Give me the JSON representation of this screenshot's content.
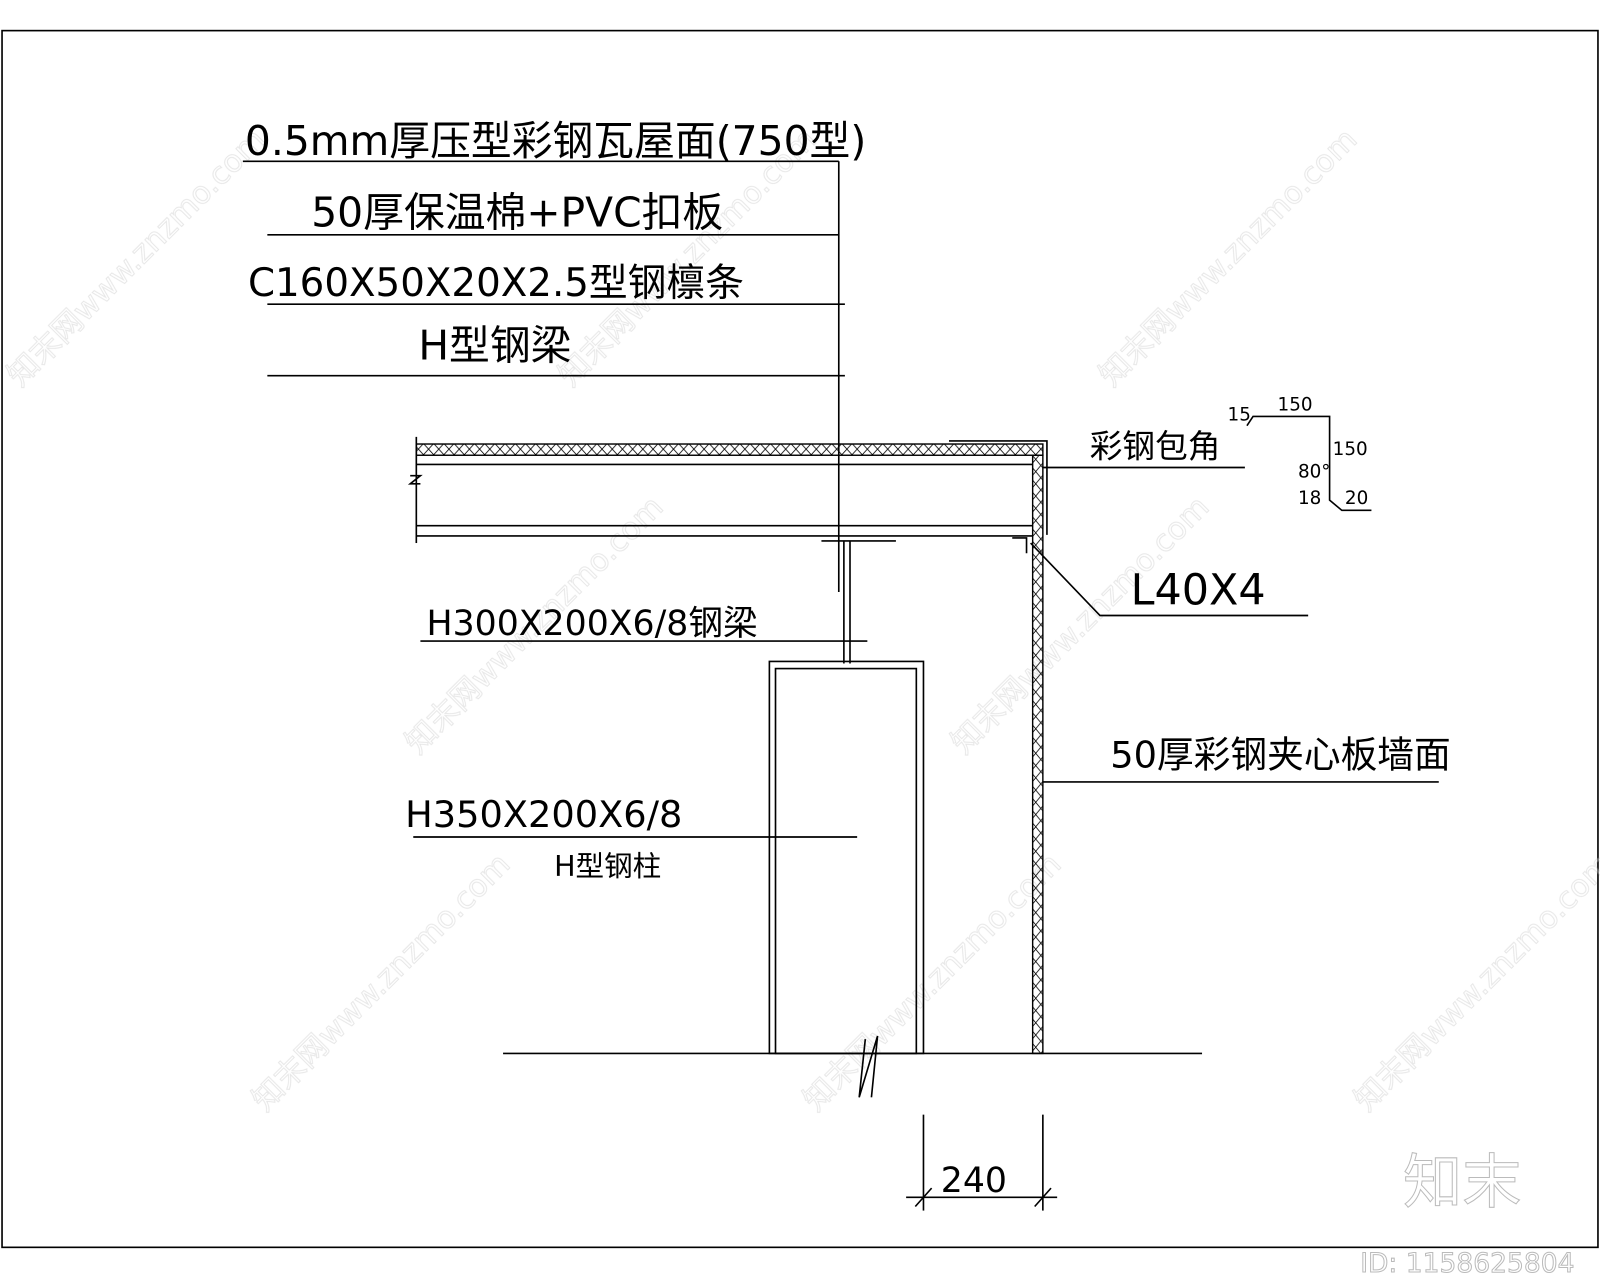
{
  "labels": {
    "roof_sheet": "0.5mm厚压型彩钢瓦屋面(750型)",
    "insulation": "50厚保温棉+PVC扣板",
    "purlin": "C160X50X20X2.5型钢檩条",
    "h_beam": "H型钢梁",
    "beam_spec": "H300X200X6/8钢梁",
    "column_spec": "H350X200X6/8",
    "column_name": "H型钢柱",
    "angle": "L40X4",
    "wall": "50厚彩钢夹心板墙面",
    "corner_flashing": "彩钢包角"
  },
  "flashing_detail": {
    "d1": "15",
    "d2": "150",
    "d3": "150",
    "angle": "80°",
    "d4": "18",
    "d5": "20"
  },
  "dimension": "240",
  "watermark": {
    "brand": "知末",
    "id": "ID: 1158625804",
    "site": "知末网www.znzmo.com"
  },
  "colors": {
    "line": "#000000",
    "background": "#ffffff"
  }
}
